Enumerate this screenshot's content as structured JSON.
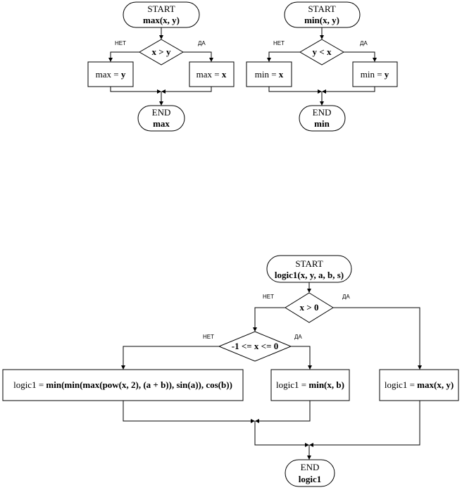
{
  "flowcharts": {
    "max": {
      "start_label": "START",
      "start_signature": "max(x, y)",
      "condition": "x > y",
      "branch_no": "НЕТ",
      "branch_yes": "ДА",
      "no_action_prefix": "max = ",
      "no_action_value": "y",
      "yes_action_prefix": "max = ",
      "yes_action_value": "x",
      "end_label": "END",
      "end_result": "max"
    },
    "min": {
      "start_label": "START",
      "start_signature": "min(x, y)",
      "condition": "y < x",
      "branch_no": "НЕТ",
      "branch_yes": "ДА",
      "no_action_prefix": "min = ",
      "no_action_value": "x",
      "yes_action_prefix": "min = ",
      "yes_action_value": "y",
      "end_label": "END",
      "end_result": "min"
    },
    "logic1": {
      "start_label": "START",
      "start_signature": "logic1(x, y, a, b, s)",
      "condition_outer": "x > 0",
      "outer_no": "НЕТ",
      "outer_yes": "ДА",
      "condition_inner": "-1 <= x <= 0",
      "inner_no": "НЕТ",
      "inner_yes": "ДА",
      "inner_no_action_prefix": "logic1 = ",
      "inner_no_action_expr": "min(min(max(pow(x, 2), (a + b)), sin(a)), cos(b))",
      "inner_yes_action_prefix": "logic1 = ",
      "inner_yes_action_expr": "min(x, b)",
      "outer_yes_action_prefix": "logic1 = ",
      "outer_yes_action_expr": "max(x, y)",
      "end_label": "END",
      "end_result": "logic1"
    }
  }
}
